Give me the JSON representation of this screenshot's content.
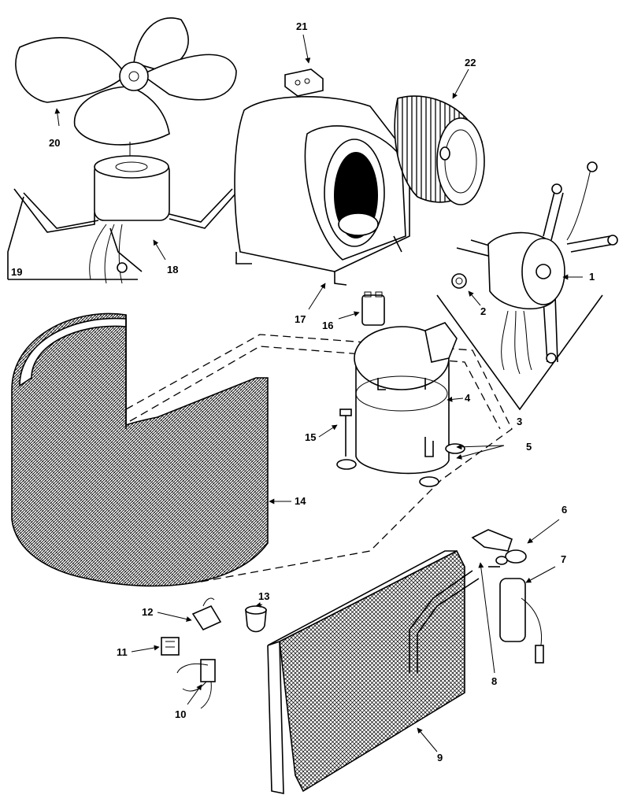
{
  "callouts": [
    "1",
    "2",
    "3",
    "4",
    "5",
    "6",
    "7",
    "8",
    "9",
    "10",
    "11",
    "12",
    "13",
    "14",
    "15",
    "16",
    "17",
    "18",
    "19",
    "20",
    "21",
    "22"
  ],
  "colors": {
    "ink": "#000000",
    "paper": "#ffffff"
  }
}
